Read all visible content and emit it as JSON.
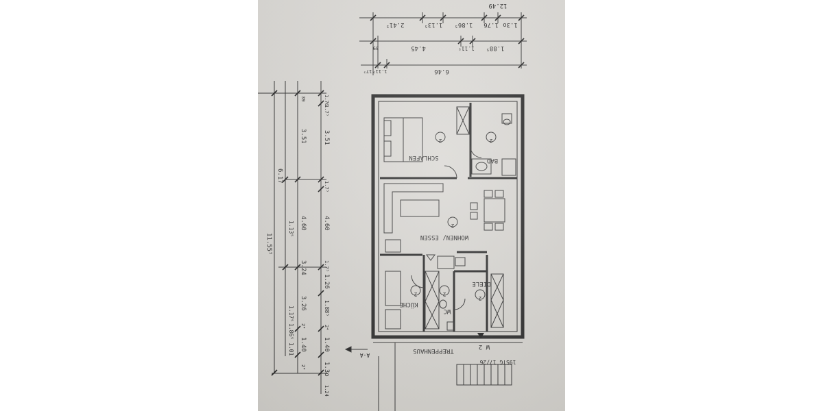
{
  "rooms": {
    "schlafen": {
      "label": "SCHLAFEN",
      "num": "2"
    },
    "bad": {
      "label": "BAD",
      "num": "2"
    },
    "wohnen_essen": {
      "label": "WOHNEN/ ESSEN",
      "num": "2"
    },
    "kueche": {
      "label": "KÜCHE",
      "num": "2"
    },
    "wc": {
      "label": "WC",
      "num": "2"
    },
    "diele": {
      "label": "DIELE",
      "num": "2"
    },
    "treppenhaus": {
      "label": "TREPPENHAUS"
    }
  },
  "markers": {
    "section": "A-A",
    "apartment": "W 2",
    "stair_note": "19STG 17/26"
  },
  "top_dimensions": {
    "row1": [
      "2.41⁵",
      "1.13⁵",
      "1.86⁵",
      "1.76",
      "1.3o",
      "12.49"
    ],
    "row2": [
      "39",
      "4.45",
      "1.11⁵",
      "1.88⁵"
    ],
    "row3": [
      "17⁵",
      "1.11⁵",
      "6.46"
    ]
  },
  "left_dimensions": {
    "inner": [
      "1.76",
      "1.7⁵",
      "3.51",
      "1.7⁵",
      "4.60",
      "1.7⁵",
      "1.26",
      "1.88⁵",
      "2⁴",
      "1.40",
      "1.3o",
      "1.24"
    ],
    "middle": [
      "39",
      "3.51",
      "4.60",
      "3.24",
      "3.26",
      "2⁴",
      "1.40",
      "2⁴"
    ],
    "mid_outer": [
      "1.17⁵",
      "1.13⁵",
      "1.86⁵",
      "1.01"
    ],
    "outer": [
      "6.17",
      "11.55⁵"
    ]
  }
}
